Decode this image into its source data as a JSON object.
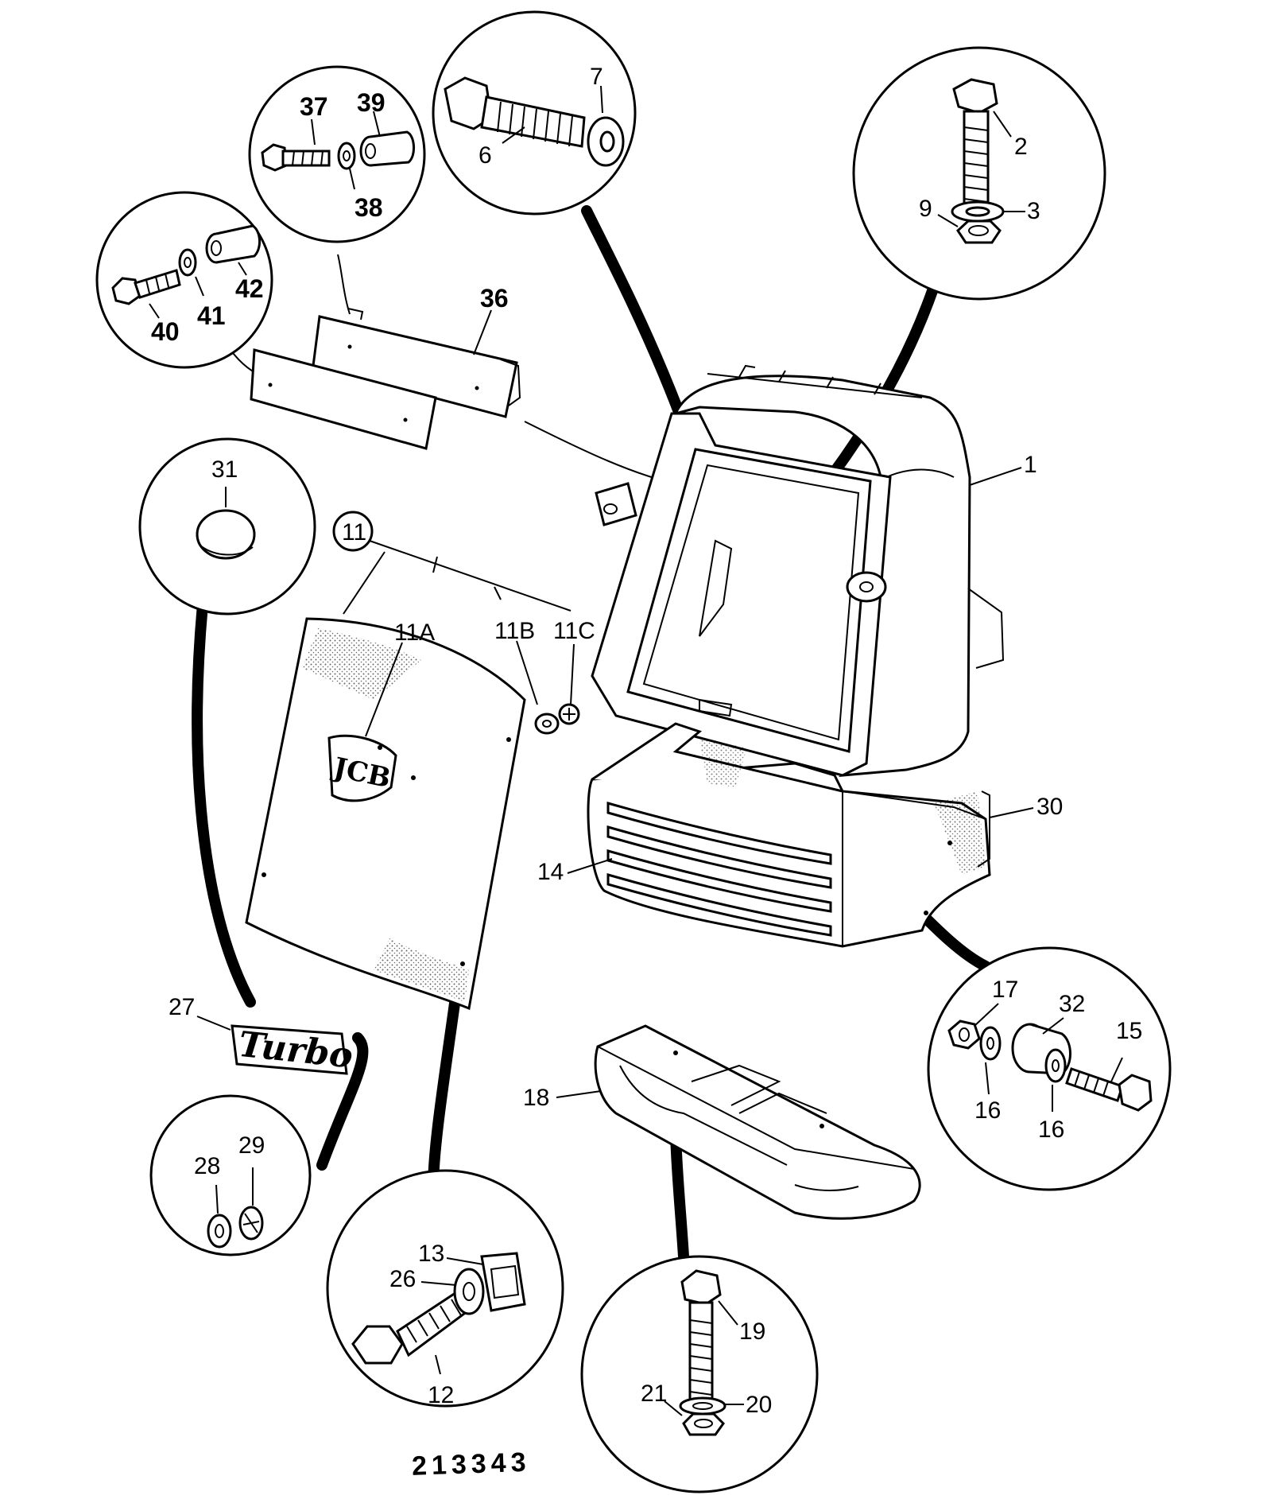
{
  "diagram": {
    "drawing_number": "213343",
    "callouts": {
      "c1": "1",
      "c2": "2",
      "c3": "3",
      "c6": "6",
      "c7": "7",
      "c9": "9",
      "c11": "11",
      "c11a": "11A",
      "c11b": "11B",
      "c11c": "11C",
      "c12": "12",
      "c13": "13",
      "c14": "14",
      "c15": "15",
      "c16a": "16",
      "c16b": "16",
      "c17": "17",
      "c18": "18",
      "c19": "19",
      "c20": "20",
      "c21": "21",
      "c26": "26",
      "c27": "27",
      "c28": "28",
      "c29": "29",
      "c30": "30",
      "c31": "31",
      "c32": "32",
      "c36": "36",
      "c37": "37",
      "c38": "38",
      "c39": "39",
      "c40": "40",
      "c41": "41",
      "c42": "42"
    },
    "badges": {
      "jcb_logo": "JCB",
      "turbo_badge": "Turbo"
    }
  }
}
